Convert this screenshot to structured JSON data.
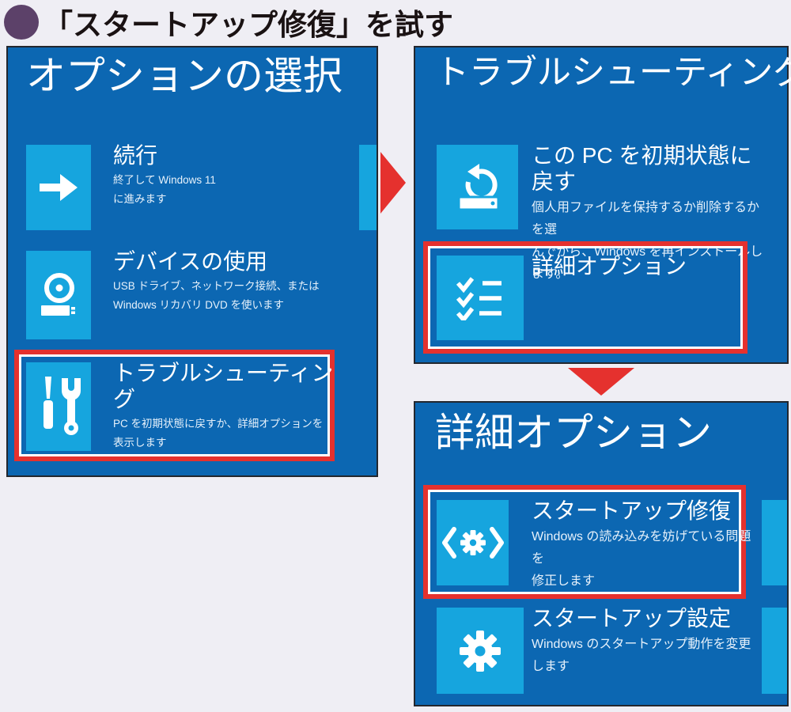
{
  "heading": {
    "text": "「スタートアップ修復」を試す"
  },
  "colors": {
    "page_background": "#efeef4",
    "panel_blue": "#0c67b2",
    "tile_blue": "#16a5de",
    "highlight_red": "#e5312e",
    "panel_border": "#23272e",
    "bullet_purple": "#5c4169",
    "text_white": "#ffffff"
  },
  "arrows": [
    {
      "name": "flow-arrow-right",
      "direction": "right"
    },
    {
      "name": "flow-arrow-down",
      "direction": "down"
    }
  ],
  "panels": [
    {
      "title": "オプションの選択",
      "items": [
        {
          "icon": "continue-arrow-icon",
          "title": "続行",
          "desc": "終了して Windows 11\nに進みます",
          "highlighted": false
        },
        {
          "icon": "device-disc-usb-icon",
          "title": "デバイスの使用",
          "desc": "USB ドライブ、ネットワーク接続、または\nWindows リカバリ DVD を使います",
          "highlighted": false
        },
        {
          "icon": "troubleshoot-tools-icon",
          "title": "トラブルシューティング",
          "desc": "PC を初期状態に戻すか、詳細オプションを\n表示します",
          "highlighted": true
        }
      ]
    },
    {
      "title": "トラブルシューティング",
      "items": [
        {
          "icon": "reset-pc-icon",
          "title": "この PC を初期状態に\n戻す",
          "desc": "個人用ファイルを保持するか削除するかを選\nんでから、Windows を再インストールします。",
          "highlighted": false
        },
        {
          "icon": "advanced-options-checklist-icon",
          "title": "詳細オプション",
          "desc": "",
          "highlighted": true
        }
      ]
    },
    {
      "title": "詳細オプション",
      "items": [
        {
          "icon": "startup-repair-icon",
          "title": "スタートアップ修復",
          "desc": "Windows の読み込みを妨げている問題を\n修正します",
          "highlighted": true
        },
        {
          "icon": "startup-settings-gear-icon",
          "title": "スタートアップ設定",
          "desc": "Windows のスタートアップ動作を変更します",
          "highlighted": false
        }
      ]
    }
  ]
}
